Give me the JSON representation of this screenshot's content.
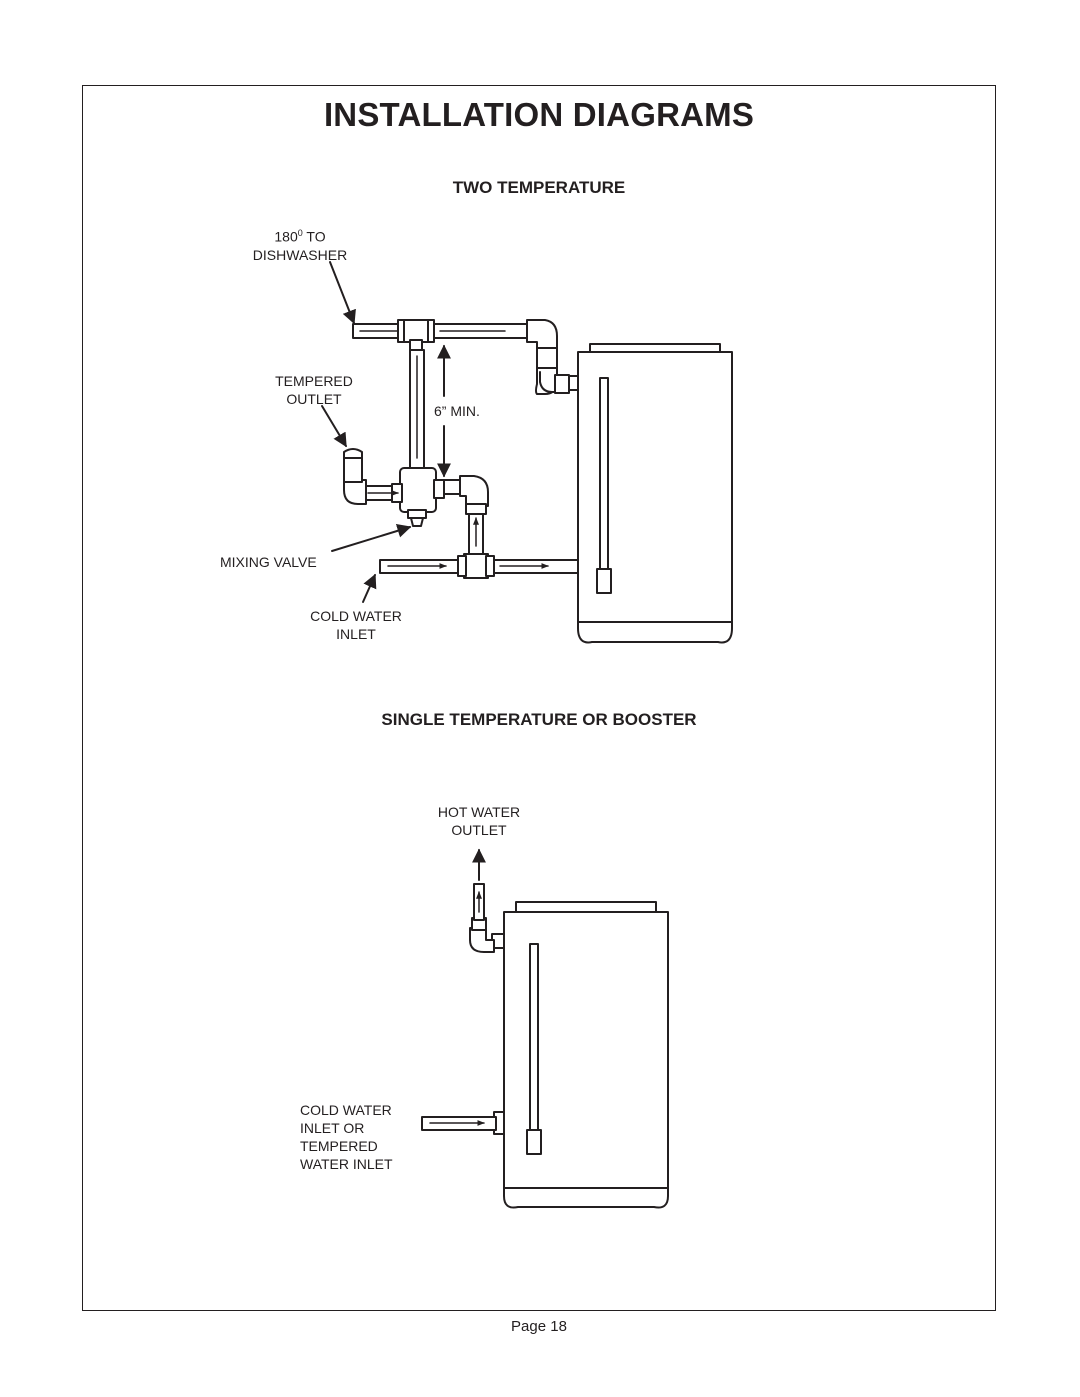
{
  "page": {
    "title": "INSTALLATION DIAGRAMS",
    "footer": "Page 18"
  },
  "two_temperature": {
    "heading": "TWO TEMPERATURE",
    "labels": {
      "dishwasher_line1": "180",
      "dishwasher_degree": "0",
      "dishwasher_line1_rest": " TO",
      "dishwasher_line2": "DISHWASHER",
      "tempered_line1": "TEMPERED",
      "tempered_line2": "OUTLET",
      "min_distance": "6” MIN.",
      "mixing_valve": "MIXING VALVE",
      "cold_line1": "COLD WATER",
      "cold_line2": "INLET"
    }
  },
  "single_temperature": {
    "heading": "SINGLE TEMPERATURE OR BOOSTER",
    "labels": {
      "hot_line1": "HOT WATER",
      "hot_line2": "OUTLET",
      "cold_line1": "COLD WATER",
      "cold_line2": "INLET OR",
      "cold_line3": "TEMPERED",
      "cold_line4": "WATER INLET"
    }
  }
}
